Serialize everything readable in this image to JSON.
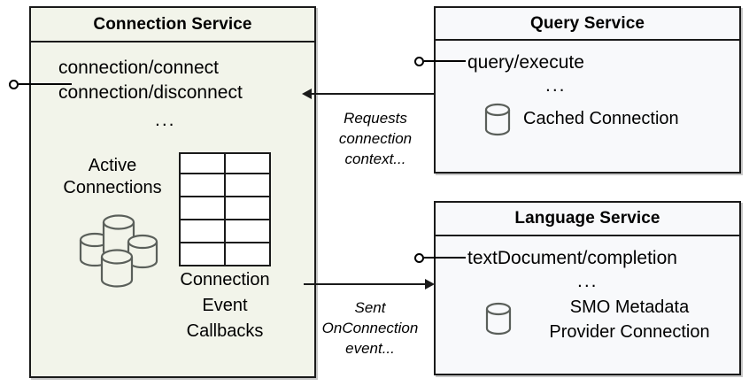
{
  "diagram": {
    "title_hidden": "",
    "components": {
      "connection_service": {
        "title": "Connection Service",
        "operations": [
          "connection/connect",
          "connection/disconnect"
        ],
        "ellipsis": "...",
        "resource_label_line1": "Active",
        "resource_label_line2": "Connections",
        "resource_icon": "database-stack-icon",
        "callback_label_line1": "Connection",
        "callback_label_line2": "Event",
        "callback_label_line3": "Callbacks",
        "callback_grid": {
          "columns": 2,
          "rows": 5
        },
        "fill_color": "#f2f4ea",
        "interface_icon": "provided-interface-lollipop-icon"
      },
      "query_service": {
        "title": "Query Service",
        "operations": [
          "query/execute"
        ],
        "ellipsis": "...",
        "resource_label": "Cached Connection",
        "resource_icon": "database-cylinder-icon",
        "fill_color": "#f8f9fb",
        "interface_icon": "provided-interface-lollipop-icon"
      },
      "language_service": {
        "title": "Language Service",
        "operations": [
          "textDocument/completion"
        ],
        "ellipsis": "...",
        "resource_label_line1": "SMO Metadata",
        "resource_label_line2": "Provider Connection",
        "resource_icon": "database-cylinder-icon",
        "fill_color": "#f8f9fb",
        "interface_icon": "provided-interface-lollipop-icon"
      }
    },
    "connectors": {
      "query_to_connection": {
        "label_line1": "Requests",
        "label_line2": "connection",
        "label_line3": "context...",
        "direction": "left"
      },
      "connection_to_language": {
        "label_line1": "Sent",
        "label_line2": "OnConnection",
        "label_line3": "event...",
        "direction": "right"
      }
    },
    "colors": {
      "stroke": "#1a1a1a",
      "icon_stroke": "#5a5f5a",
      "background": "#ffffff"
    }
  }
}
